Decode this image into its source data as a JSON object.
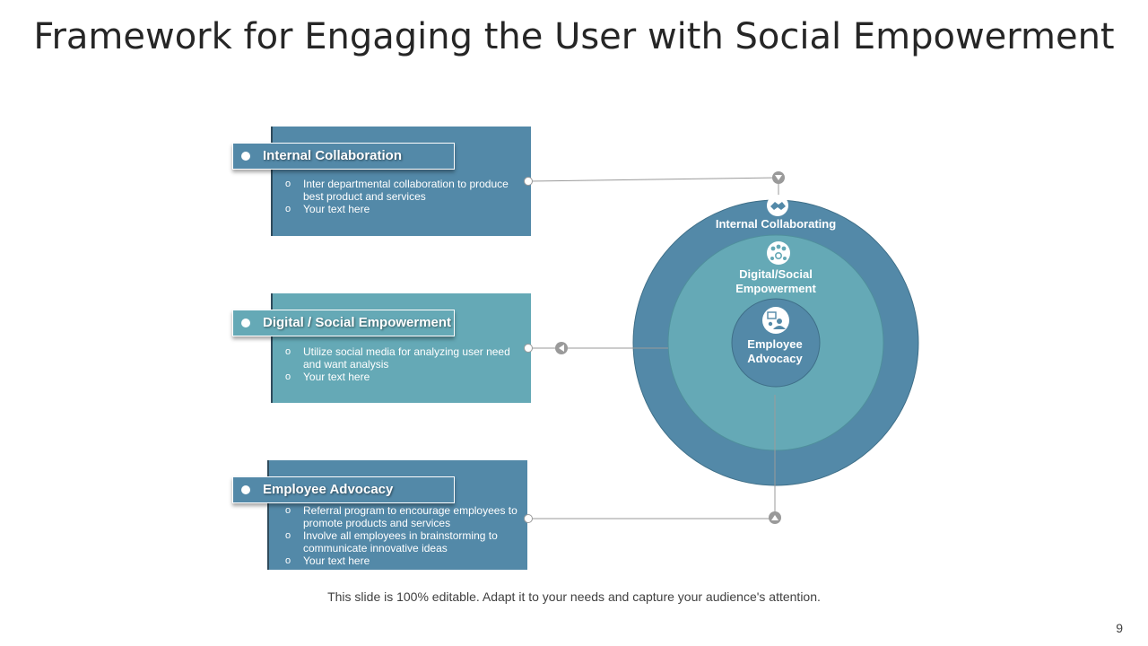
{
  "title": "Framework for Engaging the User with Social Empowerment",
  "sections": [
    {
      "label": "Internal Collaboration",
      "bullets": [
        "Inter departmental collaboration to produce best product and services",
        "Your text here"
      ]
    },
    {
      "label": "Digital / Social Empowerment",
      "bullets": [
        "Utilize social media for analyzing user need and want analysis",
        "Your text here"
      ]
    },
    {
      "label": "Employee Advocacy",
      "bullets": [
        "Referral program to encourage employees to promote products and services",
        "Involve all employees in brainstorming to communicate innovative ideas",
        "Your text here"
      ]
    }
  ],
  "rings": {
    "outer": "Internal Collaborating",
    "middle_line1": "Digital/Social",
    "middle_line2": "Empowerment",
    "inner_line1": "Employee",
    "inner_line2": "Advocacy"
  },
  "colors": {
    "dark": "#5389a8",
    "light": "#65a9b6"
  },
  "icons": [
    "handshake-icon",
    "people-network-icon",
    "advocacy-icon"
  ],
  "footer": "This slide is 100% editable. Adapt it to your needs and capture your audience's attention.",
  "page_number": "9"
}
